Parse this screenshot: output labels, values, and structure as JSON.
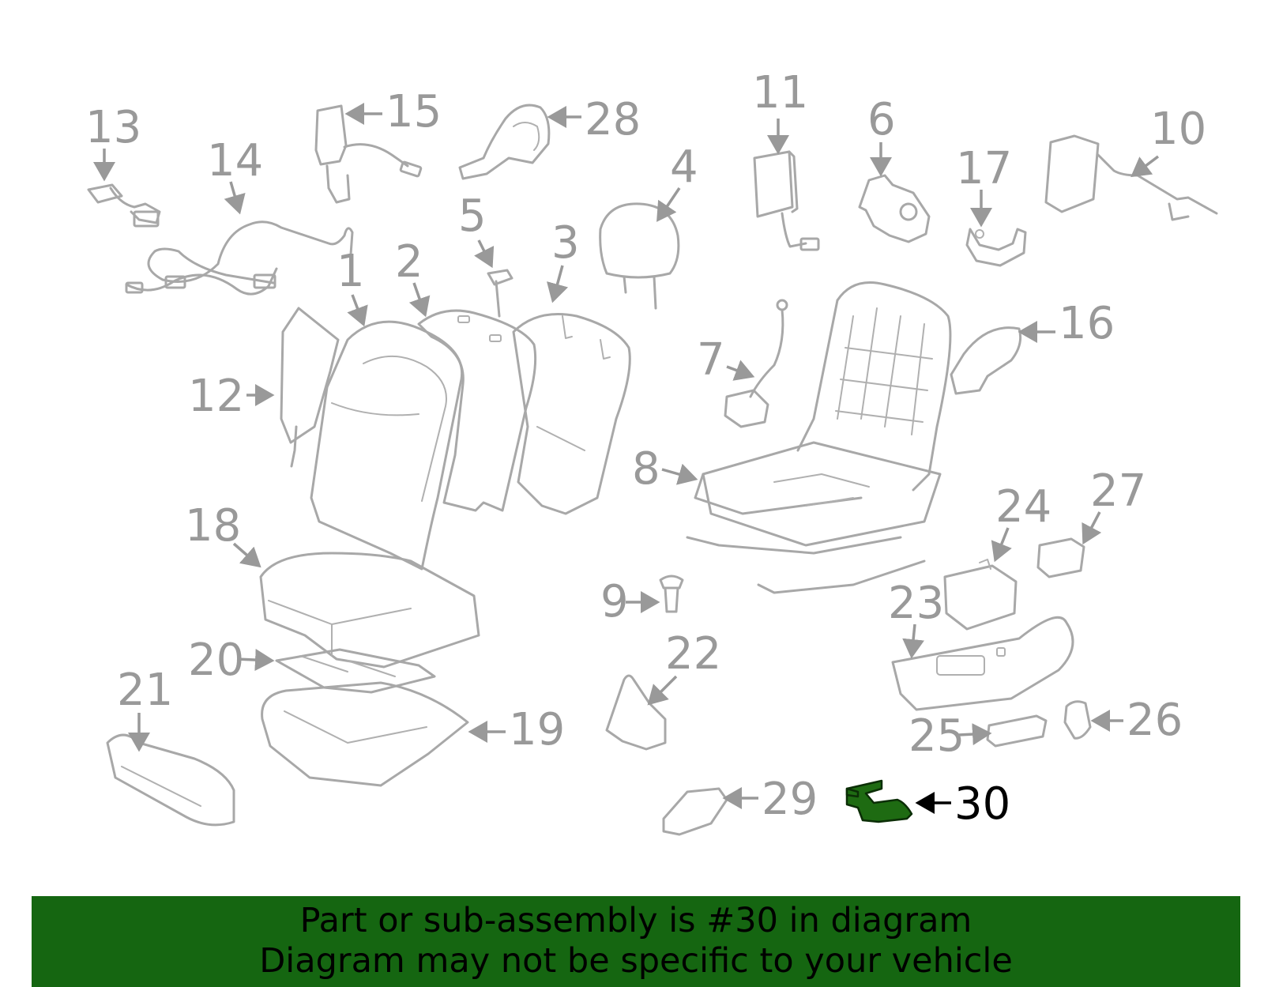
{
  "callouts": {
    "c1": "1",
    "c2": "2",
    "c3": "3",
    "c4": "4",
    "c5": "5",
    "c6": "6",
    "c7": "7",
    "c8": "8",
    "c9": "9",
    "c10": "10",
    "c11": "11",
    "c12": "12",
    "c13": "13",
    "c14": "14",
    "c15": "15",
    "c16": "16",
    "c17": "17",
    "c18": "18",
    "c19": "19",
    "c20": "20",
    "c21": "21",
    "c22": "22",
    "c23": "23",
    "c24": "24",
    "c25": "25",
    "c26": "26",
    "c27": "27",
    "c28": "28",
    "c29": "29",
    "c30": "30"
  },
  "highlight": {
    "part": "30",
    "color": "#1e6b12"
  },
  "banner": {
    "line1": "Part or sub-assembly is #30 in diagram",
    "line2": "Diagram may not be specific to your vehicle",
    "background": "#156611"
  },
  "colors": {
    "label": "#999999",
    "line_art": "#a8a8a8",
    "highlight_label": "#000000"
  }
}
